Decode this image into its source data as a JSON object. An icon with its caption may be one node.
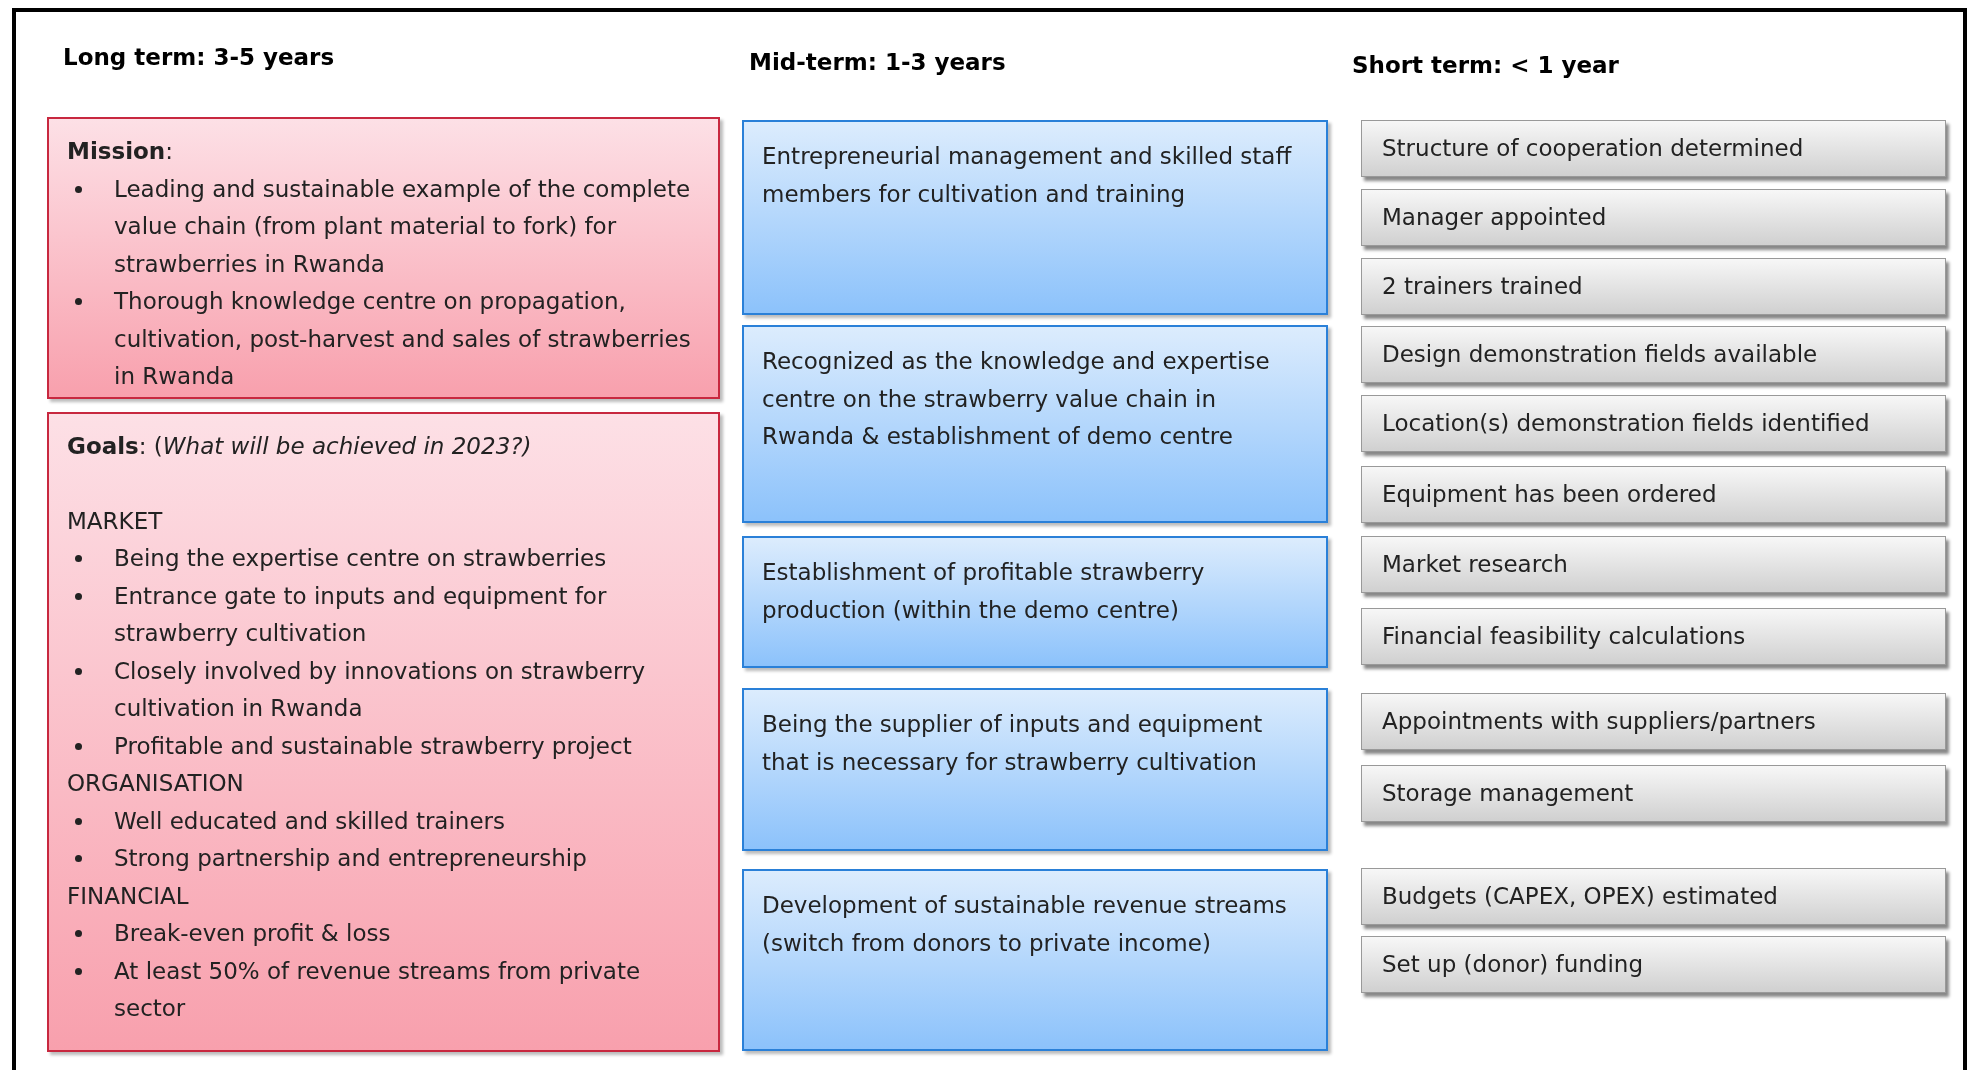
{
  "diagram": {
    "nodes": [
      {
        "text": [
          "**Mission**:",
          "Leading and sustainable example of the complete value chain (from plant material to fork) for strawberries in Rwanda",
          "Thorough knowledge centre on propagation, cultivation, post-harvest and sales of strawberries in Rwanda"
        ]
      },
      {
        "text": [
          "**Goals**: (*What will be achieved in 2023?)*",
          "MARKET",
          "Being the expertise centre on strawberries",
          "Entrance gate to inputs and equipment for strawberry cultivation",
          "Closely involved by innovations on strawberry cultivation in Rwanda",
          "Profitable and sustainable strawberry project",
          "ORGANISATION",
          "Well educated and skilled trainers",
          "Strong partnership and entrepreneurship",
          "FINANCIAL",
          "Break-even profit & loss",
          "At least 50% of revenue streams from private sector"
        ]
      },
      {
        "text": [
          "Entrepreneurial management and skilled staff members for cultivation and training"
        ]
      },
      {
        "text": [
          "Recognized as the knowledge and expertise centre on the strawberry value chain in Rwanda & establishment of demo centre"
        ]
      },
      {
        "text": [
          "Establishment of profitable strawberry production (within the demo centre)"
        ]
      },
      {
        "text": [
          "Being the supplier of inputs and equipment that is necessary for strawberry cultivation"
        ]
      },
      {
        "text": [
          "Development of sustainable revenue streams (switch from donors to private income)"
        ]
      },
      {
        "text": [
          "Structure of cooperation determined"
        ]
      },
      {
        "text": [
          "Manager appointed"
        ]
      },
      {
        "text": [
          "2 trainers trained"
        ]
      },
      {
        "text": [
          "Design demonstration fields available"
        ]
      },
      {
        "text": [
          "Location(s) demonstration fields identified"
        ]
      },
      {
        "text": [
          "Equipment has been ordered"
        ]
      },
      {
        "text": [
          "Market research"
        ]
      },
      {
        "text": [
          "Financial feasibility calculations"
        ]
      },
      {
        "text": [
          "Appointments with suppliers/partners"
        ]
      },
      {
        "text": [
          "Storage management"
        ]
      },
      {
        "text": [
          "Budgets (CAPEX, OPEX) estimated"
        ]
      },
      {
        "text": [
          "Set up (donor) funding"
        ]
      }
    ],
    "labels": [
      "Long term: 3-5 years",
      "Mid-term: 1-3 years",
      "Short term: < 1 year"
    ]
  }
}
